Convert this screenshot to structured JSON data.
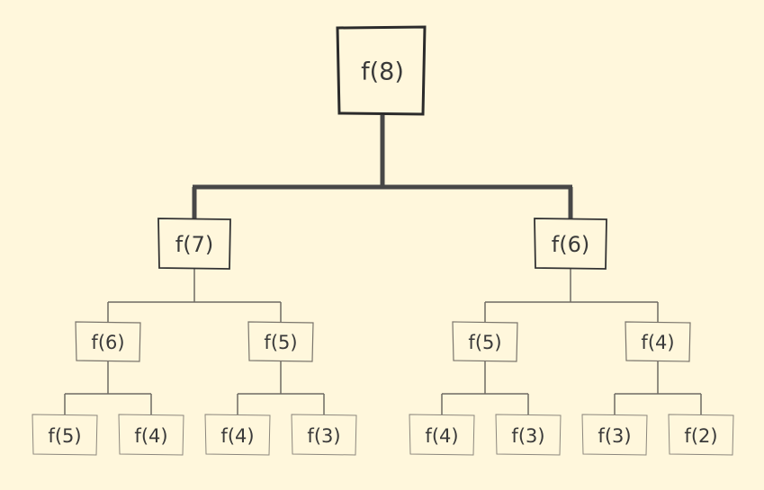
{
  "nodes": {
    "root": "f(8)",
    "l1_left": "f(7)",
    "l1_right": "f(6)",
    "l2_a": "f(6)",
    "l2_b": "f(5)",
    "l2_c": "f(5)",
    "l2_d": "f(4)",
    "l3_a": "f(5)",
    "l3_b": "f(4)",
    "l3_c": "f(4)",
    "l3_d": "f(3)",
    "l3_e": "f(4)",
    "l3_f": "f(3)",
    "l3_g": "f(3)",
    "l3_h": "f(2)"
  },
  "colors": {
    "background": "#fff7dc",
    "ink": "#333333",
    "thin_ink": "#6e6a63"
  }
}
